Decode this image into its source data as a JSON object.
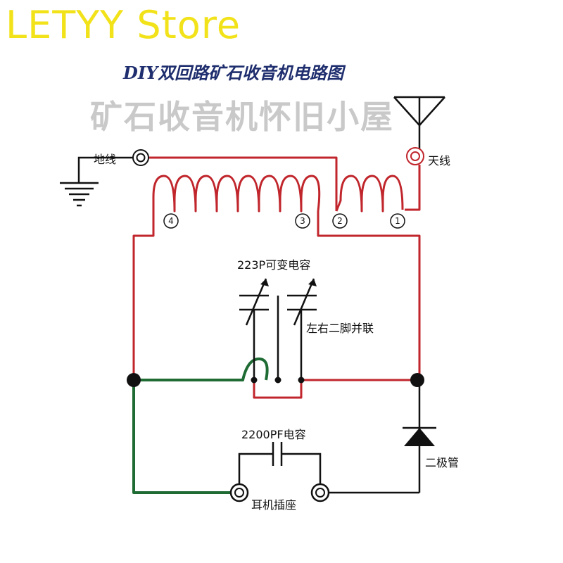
{
  "store_name": "LETYY Store",
  "title": "DIY双回路矿石收音机电路图",
  "watermark": "矿石收音机怀旧小屋",
  "labels": {
    "ground": "地线",
    "antenna": "天线",
    "variable_capacitor": "223P可变电容",
    "parallel_note": "左右二脚并联",
    "fixed_capacitor": "2200PF电容",
    "diode": "二极管",
    "earphone_jack": "耳机插座"
  },
  "coil_taps": [
    "4",
    "3",
    "2",
    "1"
  ],
  "colors": {
    "red_wire": "#c0262c",
    "green_wire": "#1f6b34",
    "black_wire": "#111111",
    "title": "#1f2e6e",
    "store": "#f2e21a",
    "watermark": "#c9c9c9"
  }
}
